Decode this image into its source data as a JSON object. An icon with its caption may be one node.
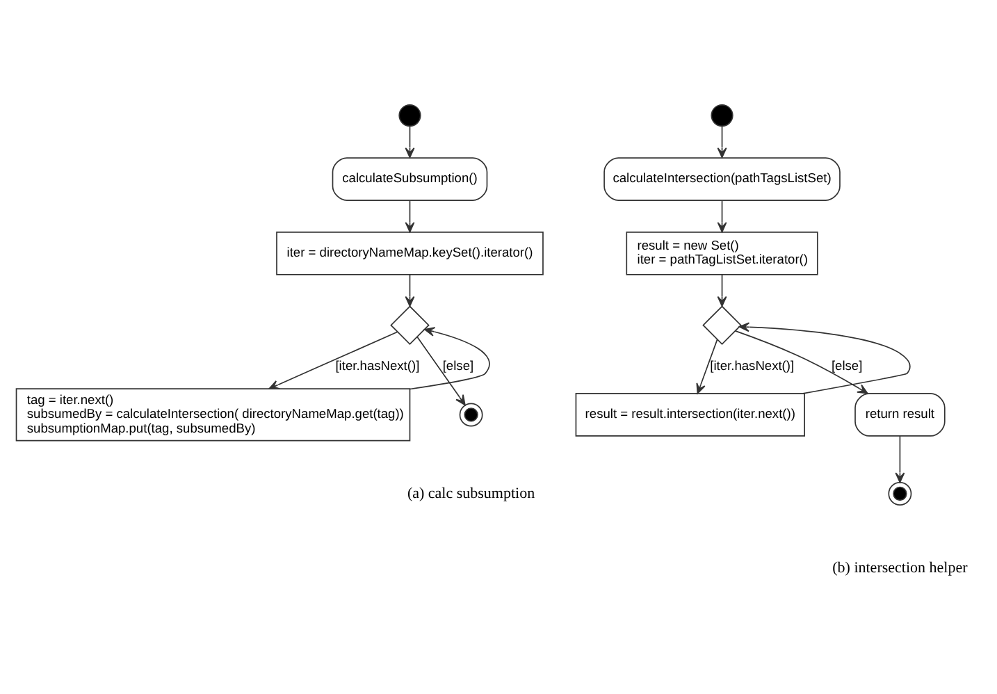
{
  "diagram": {
    "nodes": [
      {
        "text": [],
        "shape": "circle"
      },
      {
        "text": [
          "calculateSubsumption()"
        ]
      },
      {
        "text": [
          "iter = directoryNameMap.keySet().iterator()"
        ]
      },
      {
        "text": [],
        "shape": "diamond"
      },
      {
        "text": [
          "tag = iter.next()",
          "subsumedBy = calculateIntersection( directoryNameMap.get(tag))",
          "subsumptionMap.put(tag, subsumedBy)"
        ]
      },
      {
        "text": [],
        "shape": "circle"
      },
      {
        "text": [],
        "shape": "circle"
      },
      {
        "text": [
          "calculateIntersection(pathTagsListSet)"
        ]
      },
      {
        "text": [
          "result = new Set()",
          "iter = pathTagListSet.iterator()"
        ]
      },
      {
        "text": [],
        "shape": "diamond"
      },
      {
        "text": [
          "result = result.intersection(iter.next())"
        ]
      },
      {
        "text": [
          "return result"
        ]
      },
      {
        "text": [],
        "shape": "circle"
      }
    ],
    "edges": [
      {
        "from": 0,
        "to": 1,
        "arrow": "to"
      },
      {
        "from": 1,
        "to": 2,
        "arrow": "to"
      },
      {
        "from": 2,
        "to": 3,
        "arrow": "to"
      },
      {
        "from": 3,
        "to": 4,
        "arrow": "to",
        "label": "[iter.hasNext()]"
      },
      {
        "from": 4,
        "to": 3,
        "arrow": "to"
      },
      {
        "from": 3,
        "to": 5,
        "arrow": "to",
        "label": "[else]"
      },
      {
        "from": 6,
        "to": 7,
        "arrow": "to"
      },
      {
        "from": 7,
        "to": 8,
        "arrow": "to"
      },
      {
        "from": 8,
        "to": 9,
        "arrow": "to"
      },
      {
        "from": 9,
        "to": 10,
        "arrow": "to",
        "label": "[iter.hasNext()]"
      },
      {
        "from": 10,
        "to": 9,
        "arrow": "to"
      },
      {
        "from": 9,
        "to": 11,
        "arrow": "to",
        "label": "[else]"
      },
      {
        "from": 11,
        "to": 12,
        "arrow": "to"
      }
    ],
    "labels": [
      "(a) calc subsumption",
      "(b) intersection helper"
    ]
  }
}
